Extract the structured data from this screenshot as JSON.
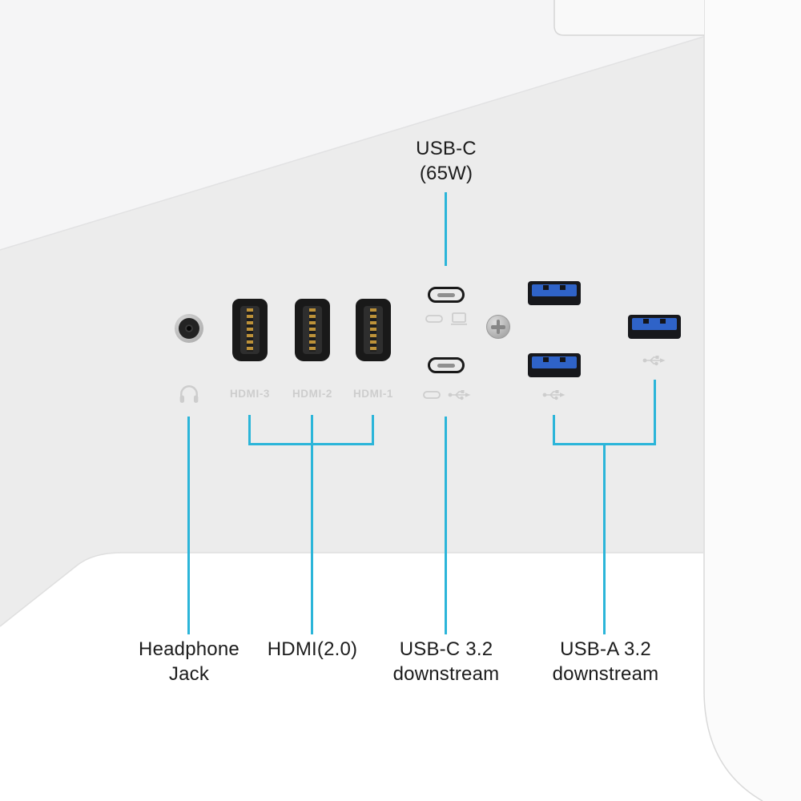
{
  "colors": {
    "accent": "#2bb5d9",
    "text": "#1c1c1c",
    "monitor_body": "#ececec",
    "monitor_top": "#f5f5f6",
    "usb_blue": "#2f63c8",
    "embossed_gray": "#cdcdcd"
  },
  "top_callout": {
    "line1": "USB-C",
    "line2": "(65W)"
  },
  "embossed": {
    "hdmi3": "HDMI-3",
    "hdmi2": "HDMI-2",
    "hdmi1": "HDMI-1"
  },
  "bottom_callouts": {
    "headphone": {
      "line1": "Headphone",
      "line2": "Jack"
    },
    "hdmi": {
      "line1": "HDMI(2.0)"
    },
    "usb_c": {
      "line1": "USB-C 3.2",
      "line2": "downstream"
    },
    "usb_a": {
      "line1": "USB-A 3.2",
      "line2": "downstream"
    }
  },
  "icons": {
    "headphone": "headphone-icon",
    "usb_c_connector": "usb-c-connector-icon",
    "laptop": "laptop-icon",
    "usb_trident": "usb-trident-icon",
    "screw": "phillips-screw"
  }
}
